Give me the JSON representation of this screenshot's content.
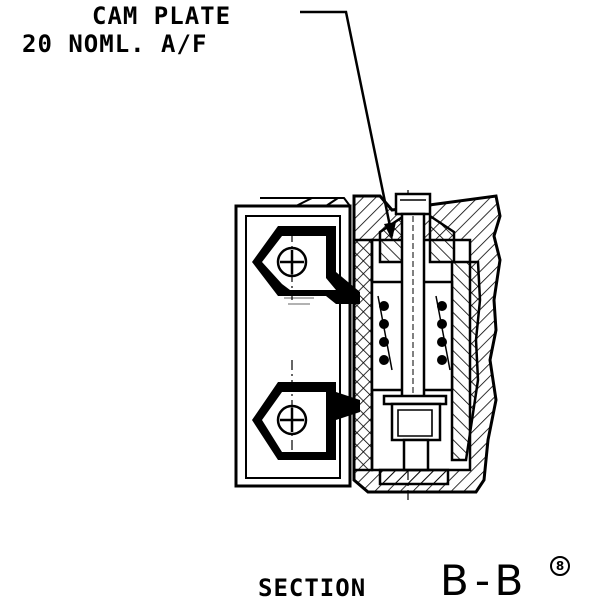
{
  "callout": {
    "line1": "CAM PLATE",
    "line2": "20 NOML. A/F"
  },
  "section": {
    "word": "SECTION",
    "id": "B-B",
    "revision_mark": "8"
  },
  "colors": {
    "ink": "#000000",
    "paper": "#ffffff"
  }
}
